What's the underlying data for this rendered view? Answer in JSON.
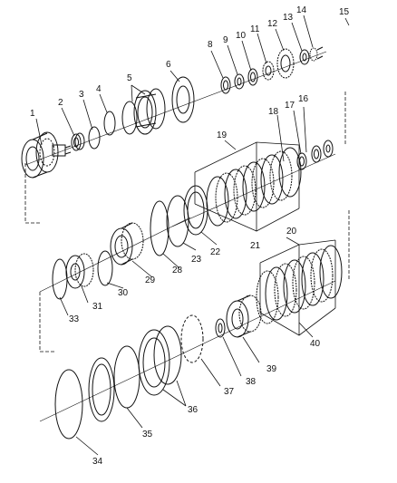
{
  "diagram": {
    "background": "#ffffff",
    "line_color": "#111111",
    "callouts": [
      {
        "key": "c1",
        "text": "1"
      },
      {
        "key": "c2",
        "text": "2"
      },
      {
        "key": "c3",
        "text": "3"
      },
      {
        "key": "c4",
        "text": "4"
      },
      {
        "key": "c5",
        "text": "5"
      },
      {
        "key": "c6",
        "text": "6"
      },
      {
        "key": "c8",
        "text": "8"
      },
      {
        "key": "c9",
        "text": "9"
      },
      {
        "key": "c10",
        "text": "10"
      },
      {
        "key": "c11",
        "text": "11"
      },
      {
        "key": "c12",
        "text": "12"
      },
      {
        "key": "c13",
        "text": "13"
      },
      {
        "key": "c14",
        "text": "14"
      },
      {
        "key": "c15",
        "text": "15"
      },
      {
        "key": "c16",
        "text": "16"
      },
      {
        "key": "c17",
        "text": "17"
      },
      {
        "key": "c18",
        "text": "18"
      },
      {
        "key": "c19",
        "text": "19"
      },
      {
        "key": "c20",
        "text": "20"
      },
      {
        "key": "c21",
        "text": "21"
      },
      {
        "key": "c22",
        "text": "22"
      },
      {
        "key": "c23",
        "text": "23"
      },
      {
        "key": "c28",
        "text": "28"
      },
      {
        "key": "c29",
        "text": "29"
      },
      {
        "key": "c30",
        "text": "30"
      },
      {
        "key": "c31",
        "text": "31"
      },
      {
        "key": "c33",
        "text": "33"
      },
      {
        "key": "c34",
        "text": "34"
      },
      {
        "key": "c35",
        "text": "35"
      },
      {
        "key": "c36",
        "text": "36"
      },
      {
        "key": "c37",
        "text": "37"
      },
      {
        "key": "c38",
        "text": "38"
      },
      {
        "key": "c39",
        "text": "39"
      },
      {
        "key": "c40",
        "text": "40"
      }
    ]
  }
}
